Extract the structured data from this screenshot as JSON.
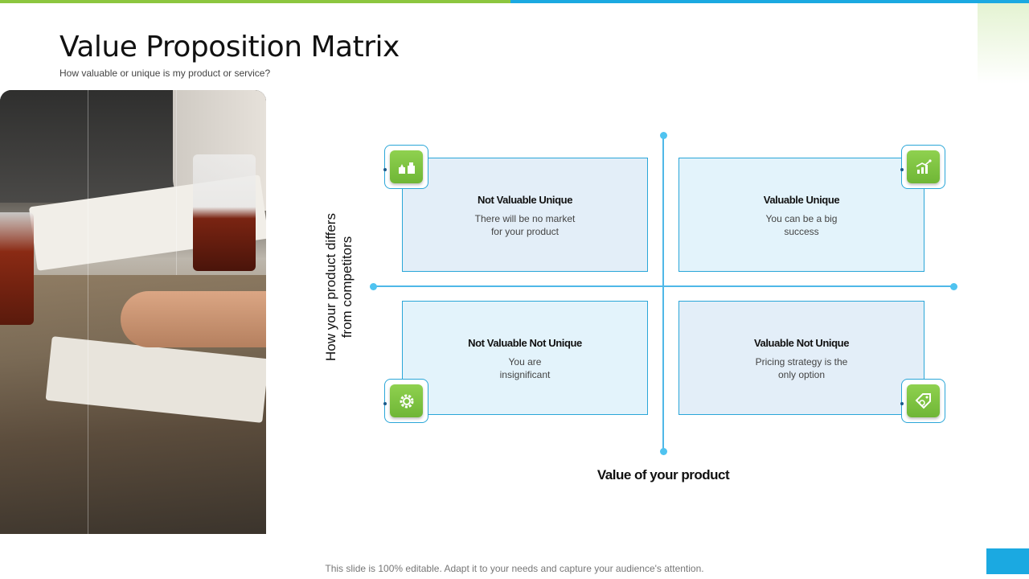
{
  "slide": {
    "title": "Value Proposition Matrix",
    "subtitle": "How valuable  or unique is my product or service?",
    "footer": "This slide is 100% editable. Adapt it to your needs and capture your audience's attention.",
    "colors": {
      "accent_green": "#8cc63f",
      "accent_blue": "#1ba9e1",
      "box_border": "#2aa6d8",
      "icon_green": "#7bc143"
    }
  },
  "matrix": {
    "x_axis_label": "Value of your product",
    "y_axis_label": "How your product differs\nfrom competitors",
    "quadrants": [
      {
        "title": "Not Valuable Unique",
        "text": "There will be no market\nfor your product",
        "icon": "shop-boxes-icon"
      },
      {
        "title": "Valuable Unique",
        "text": "You can be a big\nsuccess",
        "icon": "growth-chart-icon"
      },
      {
        "title": "Not Valuable Not Unique",
        "text": "You are\ninsignificant",
        "icon": "gear-icon"
      },
      {
        "title": "Valuable Not Unique",
        "text": "Pricing strategy is the\nonly option",
        "icon": "price-tag-icon"
      }
    ]
  }
}
